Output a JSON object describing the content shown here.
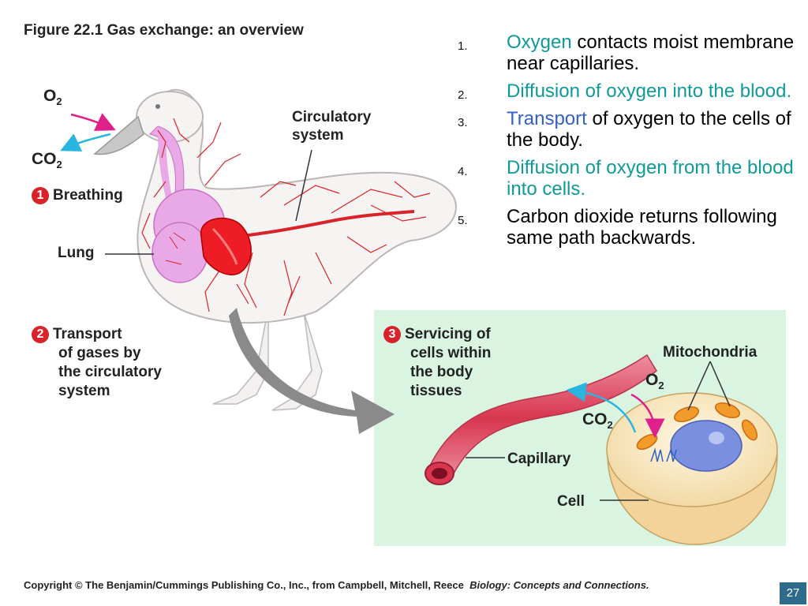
{
  "figure_title": "Figure 22.1  Gas exchange: an overview",
  "labels": {
    "o2_left": "O",
    "co2_left": "CO",
    "breathing_number": "1",
    "breathing": "Breathing",
    "lung": "Lung",
    "circulatory_system_line1": "Circulatory",
    "circulatory_system_line2": "system",
    "transport_number": "2",
    "transport_lines": [
      "Transport",
      "of gases by",
      "the circulatory",
      "system"
    ],
    "servicing_number": "3",
    "servicing_lines": [
      "Servicing of",
      "cells within",
      "the body",
      "tissues"
    ],
    "mitochondria": "Mitochondria",
    "o2_right": "O",
    "co2_right": "CO",
    "subscript_2": "2",
    "capillary": "Capillary",
    "cell": "Cell"
  },
  "steps": [
    {
      "number": "1.",
      "highlight": "Oxygen",
      "rest": " contacts moist membrane near capillaries."
    },
    {
      "number": "2.",
      "highlight": "Diffusion of oxygen into the blood.",
      "rest": ""
    },
    {
      "number": "3.",
      "highlight": "Transport",
      "rest": " of oxygen to the cells of the body."
    },
    {
      "number": "4.",
      "highlight": "Diffusion of oxygen from the blood into cells.",
      "rest": ""
    },
    {
      "number": "5.",
      "highlight": "",
      "rest": "Carbon dioxide returns following same path backwards."
    }
  ],
  "footer": {
    "copyright": "Copyright © The Benjamin/Cummings Publishing Co., Inc., from Campbell, Mitchell, Reece",
    "book": "Biology: Concepts and Connections.",
    "page_number": "27"
  },
  "colors": {
    "highlight_teal": "#0f9a9a",
    "highlight_blue": "#3460c8",
    "vessel_red": "#d9232a",
    "lung_pink": "#e9a9e6",
    "panel_green": "#d9f5e1",
    "page_badge": "#2e6a8a"
  }
}
